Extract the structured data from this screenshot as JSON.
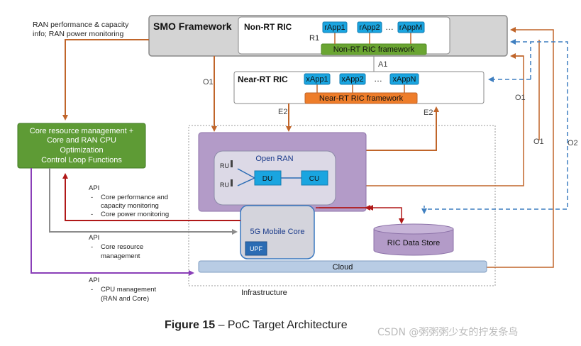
{
  "smo": {
    "title": "SMO Framework",
    "left_info": [
      "RAN performance & capacity",
      "info; RAN power monitoring"
    ]
  },
  "nonrt": {
    "title": "Non-RT RIC",
    "apps": [
      "rApp1",
      "rApp2",
      "rAppM"
    ],
    "dots": "…",
    "framework": "Non-RT RIC framework",
    "r1": "R1"
  },
  "nearrt": {
    "title": "Near-RT RIC",
    "apps": [
      "xApp1",
      "xApp2",
      "xAppN"
    ],
    "dots": "…",
    "framework": "Near-RT RIC framework"
  },
  "interfaces": {
    "a1": "A1",
    "o1": "O1",
    "o2": "O2",
    "e2": "E2"
  },
  "core_control": {
    "lines": [
      "Core resource management +",
      "Core and  RAN CPU",
      "Optimization",
      "Control Loop Functions"
    ]
  },
  "openran": {
    "title": "Open RAN",
    "ru": "RU",
    "du": "DU",
    "cu": "CU"
  },
  "core5g": {
    "title": "5G Mobile Core",
    "upf": "UPF"
  },
  "datastore": "RIC Data Store",
  "cloud": "Cloud",
  "infrastructure": "Infrastructure",
  "api_groups": [
    {
      "api": "API",
      "items": [
        "Core performance and",
        "capacity monitoring",
        "Core power monitoring"
      ]
    },
    {
      "api": "API",
      "items": [
        "Core resource",
        "management"
      ]
    },
    {
      "api": "API",
      "items": [
        "CPU management",
        "(RAN and Core)"
      ]
    }
  ],
  "caption": {
    "label": "Figure 15",
    "text": " – PoC Target Architecture"
  },
  "watermark": "CSDN @粥粥粥少女的拧发条鸟",
  "colors": {
    "orange_arrow": "#c0652a",
    "blue_dashed": "#3f7fc0",
    "purple": "#8a3fb8",
    "gray_arrow": "#8c8c8c",
    "dark_red": "#b01818",
    "app_blue": "#1aa5e0",
    "green_framework": "#6aa532",
    "orange_framework": "#ee7d2a",
    "open_ran_purple": "#b39bc8",
    "cloud_blue": "#b8cce4"
  }
}
